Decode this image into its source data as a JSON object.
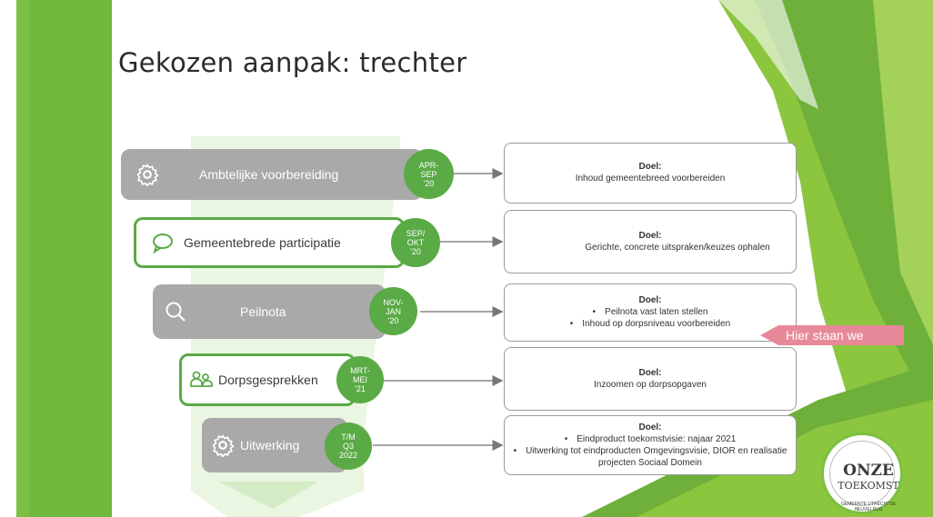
{
  "slide": {
    "title": "Gekozen aanpak: trechter"
  },
  "funnel": [
    {
      "label": "Ambtelijke voorbereiding",
      "style": "gray",
      "icon": "gear-icon",
      "date_lines": [
        "APR-",
        "SEP",
        "'20"
      ],
      "goal_head": "Doel:",
      "goal_lines": [
        "Inhoud gemeentebreed voorbereiden"
      ],
      "bullets": false
    },
    {
      "label": "Gemeentebrede participatie",
      "style": "outline",
      "icon": "speech-bubble-icon",
      "date_lines": [
        "SEP/",
        "OKT",
        "'20"
      ],
      "goal_head": "Doel:",
      "goal_lines": [
        "Gerichte, concrete uitspraken/keuzes ophalen"
      ],
      "bullets": false
    },
    {
      "label": "Peilnota",
      "style": "gray",
      "icon": "search-icon",
      "date_lines": [
        "NOV-",
        "JAN",
        "'20"
      ],
      "goal_head": "Doel:",
      "goal_lines": [
        "Peilnota vast laten stellen",
        "Inhoud op dorpsniveau voorbereiden"
      ],
      "bullets": true
    },
    {
      "label": "Dorpsgesprekken",
      "style": "outline",
      "icon": "people-icon",
      "date_lines": [
        "MRT-",
        "MEI",
        "'21"
      ],
      "goal_head": "Doel:",
      "goal_lines": [
        "Inzoomen op dorpsopgaven"
      ],
      "bullets": false
    },
    {
      "label": "Uitwerking",
      "style": "gray",
      "icon": "gear-icon",
      "date_lines": [
        "T/M",
        "Q3",
        "2022"
      ],
      "goal_head": "Doel:",
      "goal_lines": [
        "Eindproduct toekomstvisie: najaar 2021",
        "Uitwerking tot eindproducten Omgevingsvisie, DIOR en realisatie projecten Sociaal Domein"
      ],
      "bullets": true
    }
  ],
  "callout": {
    "text": "Hier staan we",
    "color": "#e8899a"
  },
  "logo": {
    "line1": "ONZE",
    "line2": "TOEKOMST",
    "ring_text": "GEMEENTE UTRECHTSE HEUVELRUG"
  },
  "colors": {
    "brand_green": "#5aaa46",
    "side_green": "#7bc043",
    "gray_pill": "#a9a9a9"
  }
}
